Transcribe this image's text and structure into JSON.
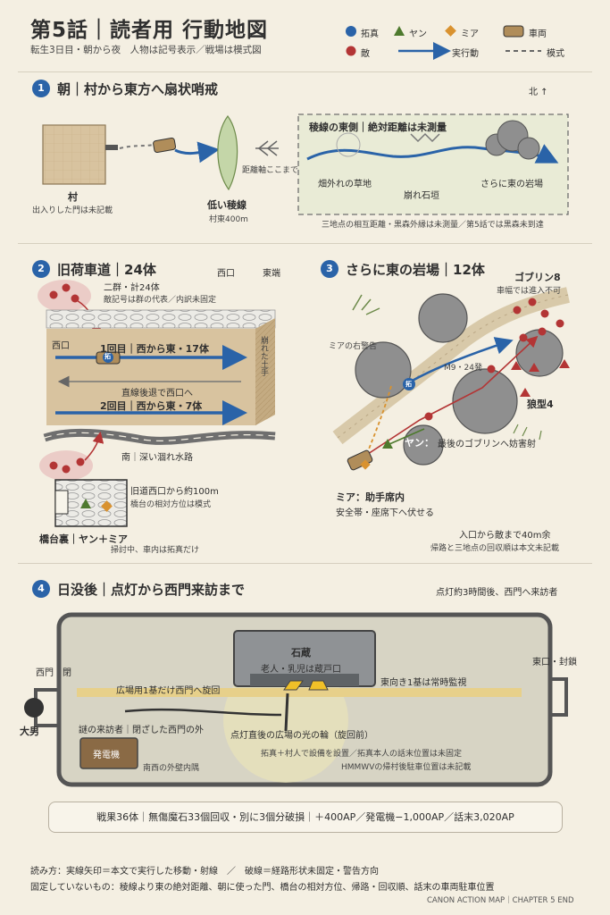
{
  "header": {
    "title": "第5話｜読者用 行動地図",
    "subtitle": "転生3日目・朝から夜　人物は記号表示／戦場は模式図",
    "legend": {
      "takuma": "拓真",
      "yan": "ヤン",
      "mia": "ミア",
      "vehicle": "車両",
      "enemy": "敵",
      "actual": "実行動",
      "schematic": "模式"
    }
  },
  "s1": {
    "num": "1",
    "title": "朝｜村から東方へ扇状哨戒",
    "north": "北 ↑",
    "village": "村",
    "village_note": "出入りした門は未記載",
    "ridge": "低い稜線",
    "ridge_note": "村東400m",
    "distance_note": "距離軸ここまで",
    "east_title": "稜線の東側｜絶対距離は未測量",
    "field": "畑外れの草地",
    "wall": "崩れ石垣",
    "rocks": "さらに東の岩場",
    "footnote": "三地点の相互距離・黒森外縁は未測量／第5話では黒森未到達"
  },
  "s2": {
    "num": "2",
    "title": "旧荷車道｜24体",
    "west": "西口",
    "east": "東端",
    "group": "二群・計24体",
    "group_note": "敵記号は群の代表／内訳未固定",
    "west_mouth": "西口",
    "run1": "1回目｜西から東・17体",
    "retreat": "直線後退で西口へ",
    "run2": "2回目｜西から東・7体",
    "slope": "崩れた土手",
    "canal": "南｜深い涸れ水路",
    "bridge_note": "旧道西口から約100m",
    "bridge_note2": "橋台の相対方位は模式",
    "bridge": "橋台裏｜ヤン＋ミア",
    "bridge_sub": "掃討中、車内は拓真だけ",
    "vehicle_tag": "拓"
  },
  "s3": {
    "num": "3",
    "title": "さらに東の岩場｜12体",
    "goblin": "ゴブリン8",
    "goblin_note": "車幅では進入不可",
    "mia_warn": "ミアの右警告",
    "shot": "M9・24発",
    "wolf": "狼型4",
    "yan": "ヤン：",
    "yan_note": "最後のゴブリンへ妨害射",
    "takuma_tag": "拓",
    "mia": "ミア：助手席内",
    "mia_note": "安全帯・座席下へ伏せる",
    "foot1": "入口から敵まで40m余",
    "foot2": "帰路と三地点の回収順は本文未記載"
  },
  "s4": {
    "num": "4",
    "title": "日没後｜点灯から西門来訪まで",
    "time_note": "点灯約3時間後、西門へ来訪者",
    "west_gate": "西門　閉",
    "east_gate": "東口・封鎖",
    "storehouse": "石蔵",
    "storehouse_note": "老人・乳児は蔵戸口",
    "light_west": "広場用1基だけ西門へ旋回",
    "light_east": "東向き1基は常時監視",
    "big_man": "大男",
    "visitor": "謎の来訪者｜閉ざした西門の外",
    "light_ring": "点灯直後の広場の光の輪（旋回前）",
    "generator": "発電機",
    "generator_note": "南西の外壁内隅",
    "setup": "拓真＋村人で設備を設置／拓真本人の話末位置は未固定",
    "hmmwv": "HMMWVの帰村後駐車位置は未記載"
  },
  "summary": "戦果36体｜無傷魔石33個回収・別に3個分破損｜＋400AP／発電機−1,000AP／話末3,020AP",
  "footer": {
    "line1": "読み方：実線矢印＝本文で実行した移動・射線　／　破線＝経路形状未固定・警告方向",
    "line2": "固定していないもの：稜線より東の絶対距離、朝に使った門、橋台の相対方位、帰路・回収順、話末の車両駐車位置",
    "end": "CANON ACTION MAP｜CHAPTER 5 END"
  },
  "colors": {
    "blue": "#2a63a8",
    "green": "#4e7a2e",
    "orange": "#d9922f",
    "enemy": "#b33535",
    "bg": "#f4efe2"
  }
}
